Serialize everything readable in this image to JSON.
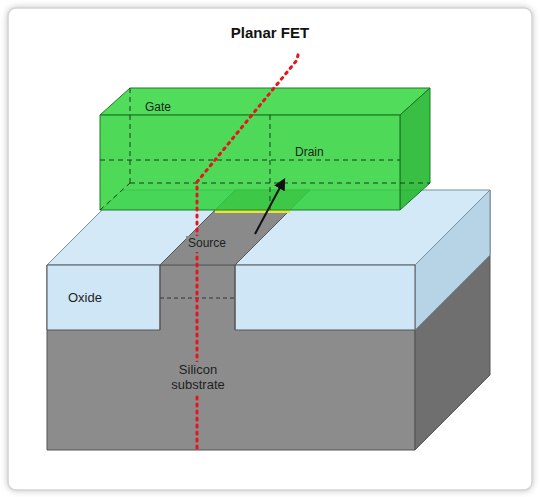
{
  "diagram": {
    "title": "Planar FET",
    "labels": [
      "Gate",
      "Drain",
      "Source",
      "Oxide",
      "Silicon substrate"
    ]
  }
}
